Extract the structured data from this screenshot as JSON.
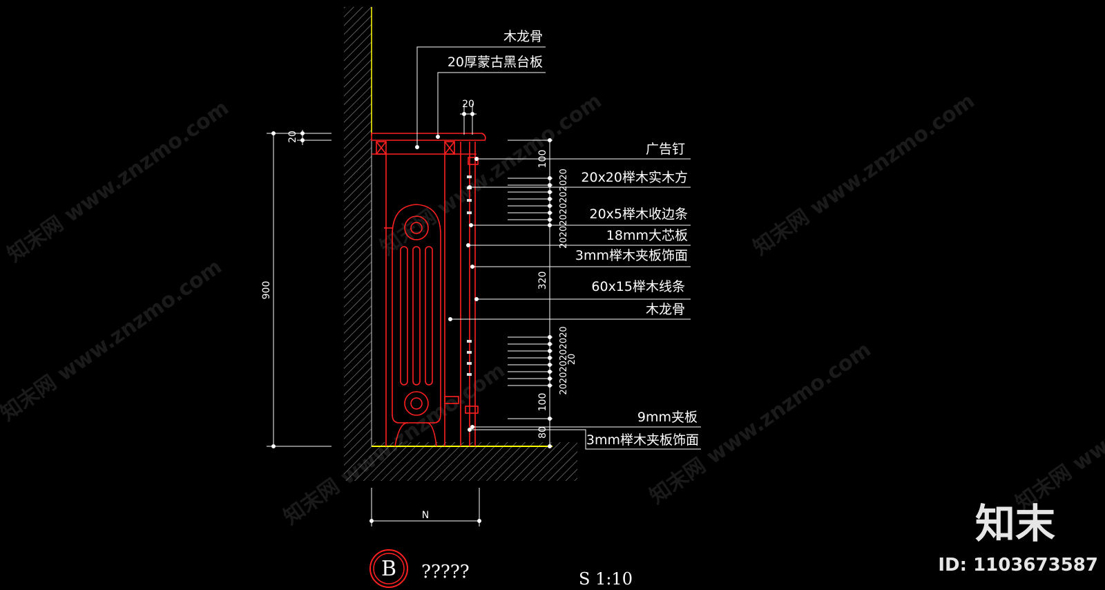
{
  "labels": {
    "l1": "木龙骨",
    "l2": "20厚蒙古黑台板",
    "l3": "广告钉",
    "l4": "20x20榉木实木方",
    "l5": "20x5榉木收边条",
    "l6": "18mm大芯板",
    "l7": "3mm榉木夹板饰面",
    "l8": "60x15榉木线条",
    "l9": "木龙骨",
    "l10": "9mm夹板",
    "l11": "3mm榉木夹板饰面"
  },
  "dimensions": {
    "top_20": "20",
    "left_20": "20",
    "total_900": "900",
    "v100_top": "100",
    "v20_stack_top": "20202020202020",
    "v320": "320",
    "v20_stack_bottom": "202020202020",
    "v20_single": "20",
    "v100_bottom": "100",
    "v80": "80",
    "width_n": "N"
  },
  "title_block": {
    "section_letter": "B",
    "title": "?????",
    "scale": "S 1:10"
  },
  "watermark": {
    "text": "知末网 www.znzmo.com",
    "brand": "知末",
    "id": "ID: 1103673587"
  },
  "colors": {
    "background": "#000000",
    "radiator": "#ff2020",
    "wall_hatch": "#8a8a8a",
    "wall_line": "#ffff00",
    "dimension": "#ffffff"
  }
}
